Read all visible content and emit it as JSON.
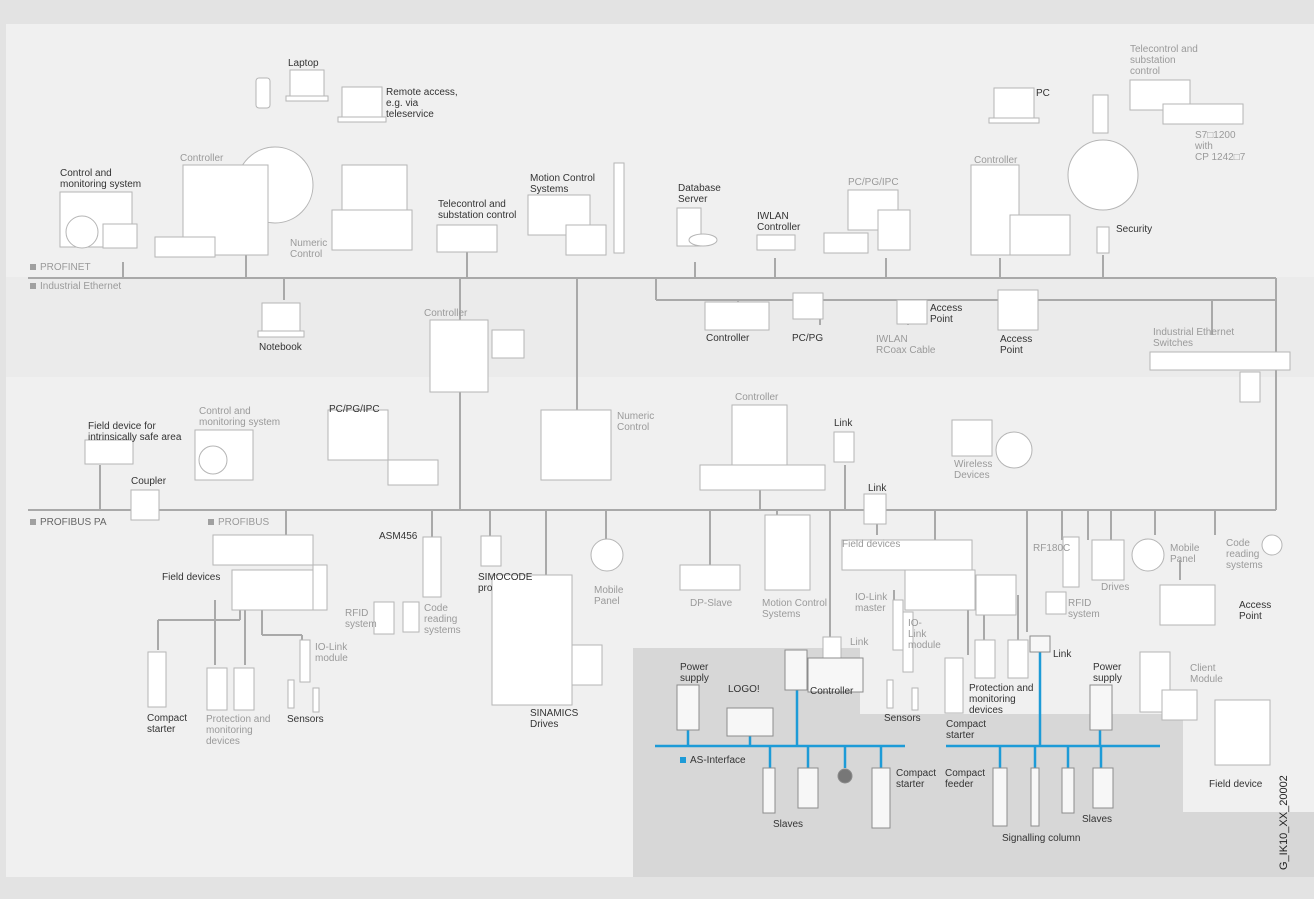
{
  "networks": {
    "profinet": "PROFINET",
    "industrial_ethernet": "Industrial Ethernet",
    "profibus_pa": "PROFIBUS PA",
    "profibus": "PROFIBUS",
    "as_interface": "AS-Interface"
  },
  "labels": {
    "laptop": "Laptop",
    "remote_access": "Remote access,\ne.g. via\nteleservice",
    "controller_top": "Controller",
    "control_monitoring_top": "Control and\nmonitoring system",
    "numeric_control_top": "Numeric\nControl",
    "telecontrol_mid": "Telecontrol and\nsubstation control",
    "motion_control_top": "Motion Control\nSystems",
    "database_server": "Database\nServer",
    "iwlan_controller": "IWLAN\nController",
    "pc_pg_ipc_top": "PC/PG/IPC",
    "controller_right_top": "Controller",
    "pc_right": "PC",
    "telecontrol_right": "Telecontrol and\nsubstation\ncontrol",
    "s7_1200": "S7□1200\nwith\nCP 1242□7",
    "security": "Security",
    "notebook": "Notebook",
    "controller_mid": "Controller",
    "controller_ie": "Controller",
    "pc_pg": "PC/PG",
    "access_point_1": "Access\nPoint",
    "iwlan_rcoax": "IWLAN\nRCoax Cable",
    "access_point_2": "Access\nPoint",
    "ie_switches": "Industrial Ethernet\nSwitches",
    "field_device_safe": "Field device for\nintrinsically safe area",
    "control_monitoring_mid": "Control and\nmonitoring system",
    "pc_pg_ipc_mid": "PC/PG/IPC",
    "numeric_control_mid": "Numeric\nControl",
    "controller_profibus": "Controller",
    "link_1": "Link",
    "wireless_devices": "Wireless\nDevices",
    "coupler": "Coupler",
    "link_2": "Link",
    "asm456": "ASM456",
    "field_devices_left": "Field devices",
    "rfid_left": "RFID\nsystem",
    "code_reading_left": "Code\nreading\nsystems",
    "simocode": "SIMOCODE\npro",
    "mobile_panel_mid": "Mobile\nPanel",
    "dp_slave": "DP-Slave",
    "motion_control_bottom": "Motion Control\nSystems",
    "field_devices_right": "Field devices",
    "io_link_master": "IO-Link\nmaster",
    "io_link_module_right": "IO-\nLink\nmodule",
    "rf180c": "RF180C",
    "drives_right": "Drives",
    "rfid_right": "RFID\nsystem",
    "mobile_panel_right": "Mobile\nPanel",
    "code_reading_right": "Code\nreading\nsystems",
    "access_point_3": "Access\nPoint",
    "io_link_module_left": "IO-Link\nmodule",
    "compact_starter_left": "Compact\nstarter",
    "protection_left": "Protection and\nmonitoring\ndevices",
    "sensors_left": "Sensors",
    "sinamics": "SINAMICS\nDrives",
    "link_small": "Link",
    "power_supply_1": "Power\nsupply",
    "logo": "LOGO!",
    "controller_asi": "Controller",
    "sensors_right": "Sensors",
    "protection_right": "Protection and\nmonitoring\ndevices",
    "compact_starter_right": "Compact\nstarter",
    "link_asi": "Link",
    "power_supply_2": "Power\nsupply",
    "client_module": "Client\nModule",
    "slaves_1": "Slaves",
    "compact_starter_asi": "Compact\nstarter",
    "compact_feeder": "Compact\nfeeder",
    "slaves_2": "Slaves",
    "signalling_column": "Signalling column",
    "field_device_right": "Field device"
  },
  "figure_id": "G_IK10_XX_20002",
  "colors": {
    "as_interface": "#1d9bd7",
    "bus_line": "#a6a6a6",
    "band_light": "#f0f0f0",
    "band_dark": "#e3e3e3",
    "highlight_area": "#d6d6d6"
  }
}
